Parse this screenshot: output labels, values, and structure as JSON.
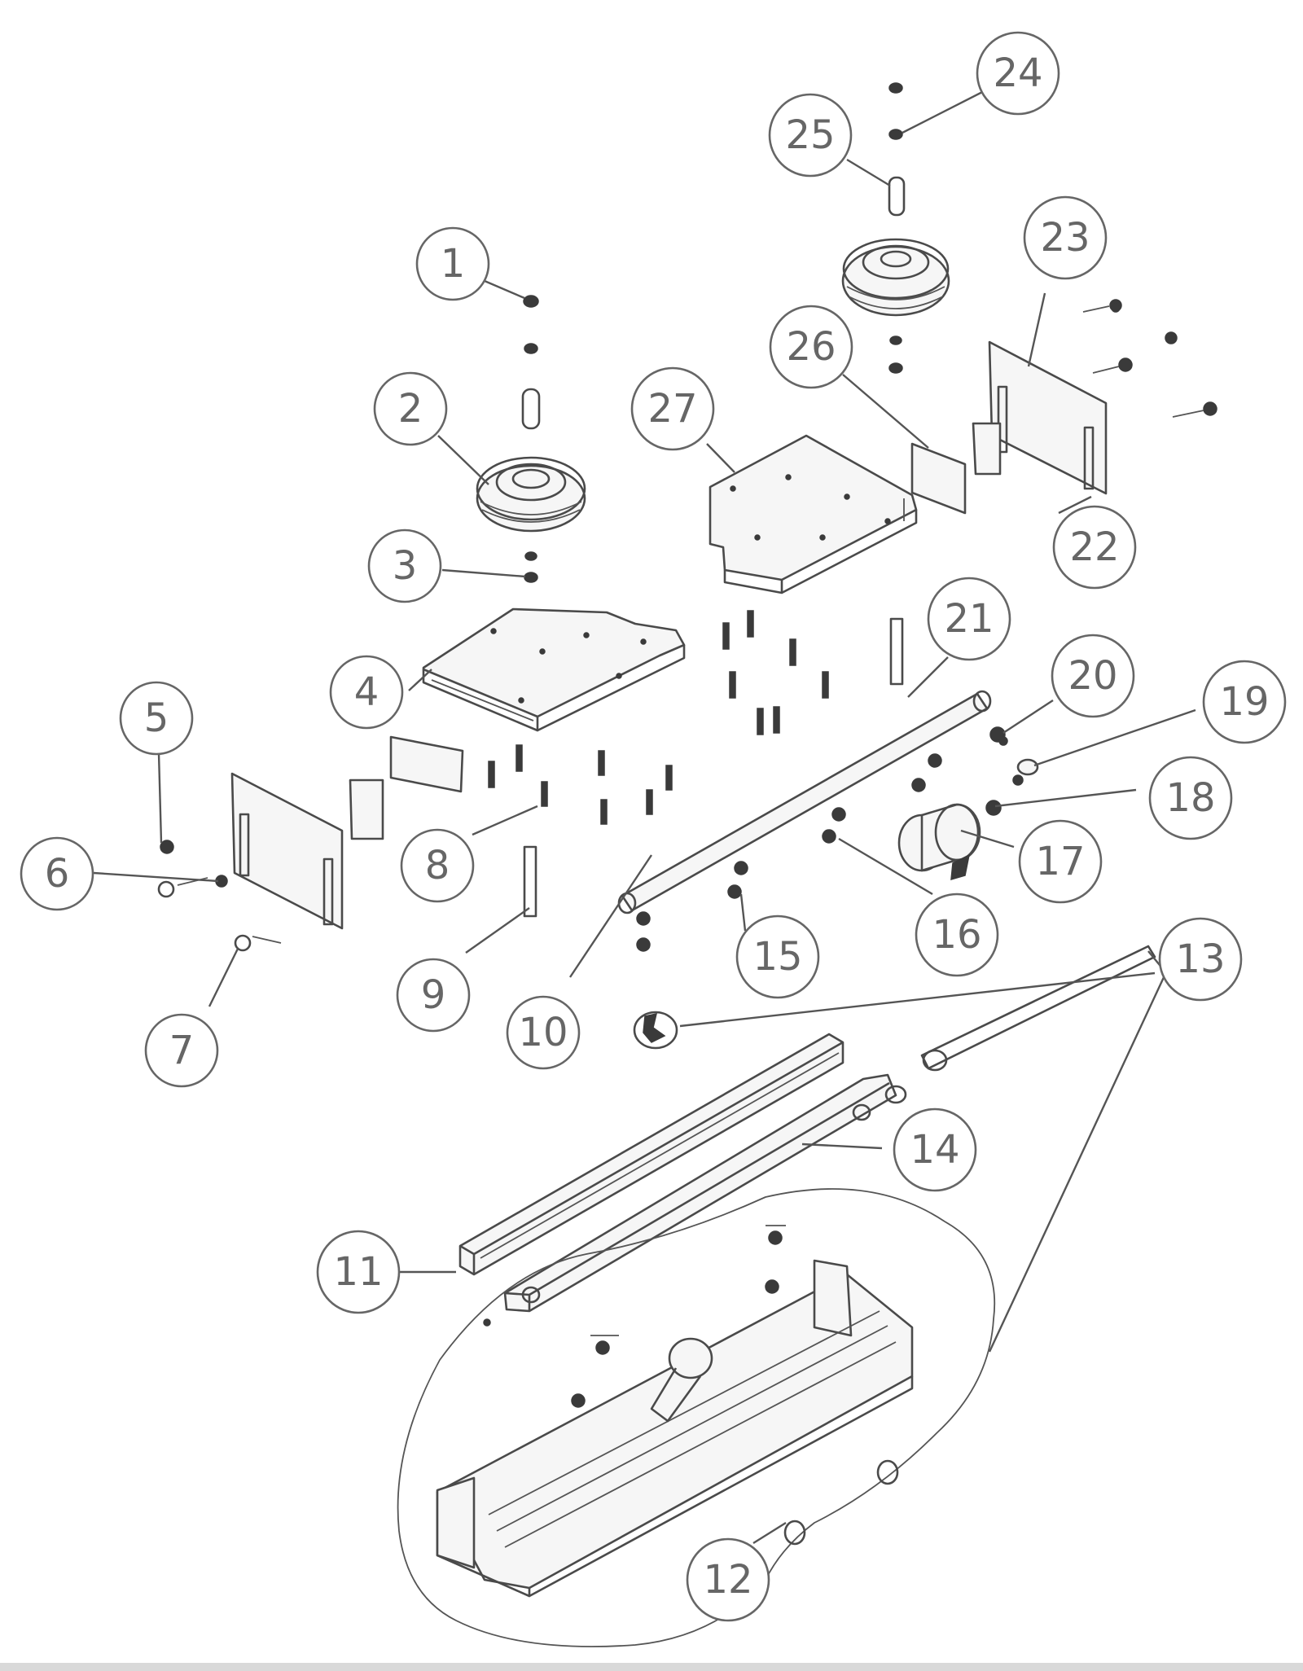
{
  "diagram": {
    "type": "exploded-assembly-drawing",
    "callouts": [
      "1",
      "2",
      "3",
      "4",
      "5",
      "6",
      "7",
      "8",
      "9",
      "10",
      "11",
      "12",
      "13",
      "14",
      "15",
      "16",
      "17",
      "18",
      "19",
      "20",
      "21",
      "22",
      "23",
      "24",
      "25",
      "26",
      "27"
    ]
  }
}
